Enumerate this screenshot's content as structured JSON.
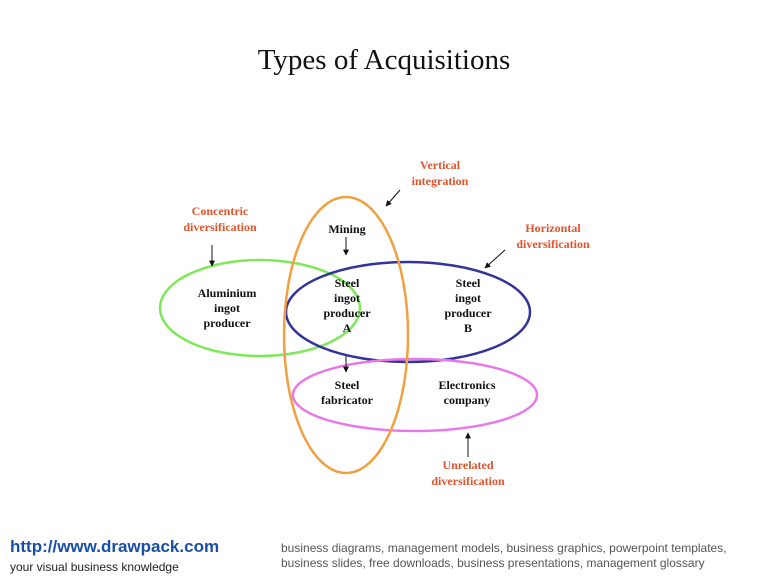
{
  "title": "Types of Acquisitions",
  "colors": {
    "vertical": "#f0a040",
    "horizontal": "#333399",
    "concentric": "#7ee85a",
    "unrelated": "#e87ae8",
    "category_text": "#e0532b",
    "arrow": "#111111"
  },
  "nodes": {
    "mining": [
      "Mining"
    ],
    "steel_a": [
      "Steel",
      "ingot",
      "producer",
      "A"
    ],
    "steel_b": [
      "Steel",
      "ingot",
      "producer",
      "B"
    ],
    "aluminium": [
      "Aluminium",
      "ingot",
      "producer"
    ],
    "fabricator": [
      "Steel",
      "fabricator"
    ],
    "electronics": [
      "Electronics",
      "company"
    ]
  },
  "categories": {
    "vertical": [
      "Vertical",
      "integration"
    ],
    "horizontal": [
      "Horizontal",
      "diversification"
    ],
    "concentric": [
      "Concentric",
      "diversification"
    ],
    "unrelated": [
      "Unrelated",
      "diversification"
    ]
  },
  "footer": {
    "url": "http://www.drawpack.com",
    "tagline": "your visual business knowledge",
    "keywords": "business diagrams, management models, business graphics, powerpoint templates, business slides, free downloads, business presentations, management glossary"
  }
}
